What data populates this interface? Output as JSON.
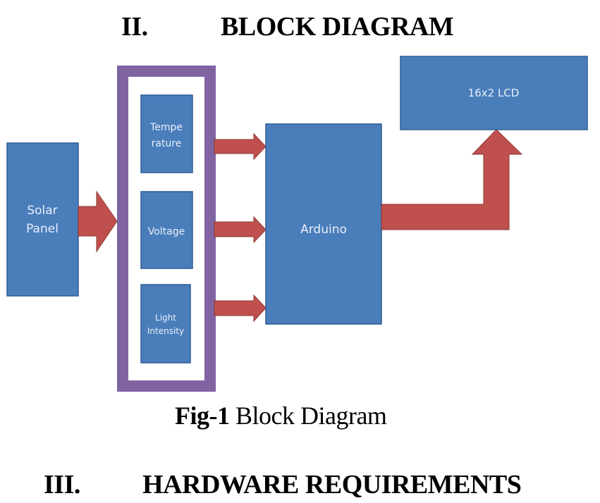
{
  "section_heading": {
    "number": "II.",
    "title": "BLOCK DIAGRAM"
  },
  "diagram": {
    "blocks": {
      "solar_panel": [
        "Solar",
        "Panel"
      ],
      "temperature": [
        "Tempe",
        "rature"
      ],
      "voltage": [
        "Voltage"
      ],
      "light_intensity": [
        "Light",
        "Intensity"
      ],
      "arduino": [
        "Arduino"
      ],
      "lcd": [
        "16x2 LCD"
      ]
    },
    "colors": {
      "block_fill": "#4a7ebb",
      "block_border": "#2e5d94",
      "arrow_fill": "#c0504d",
      "arrow_border": "#8c3836",
      "group_border": "#8064a2"
    },
    "connections": [
      {
        "from": "solar_panel",
        "to": "sensor_group"
      },
      {
        "from": "temperature",
        "to": "arduino"
      },
      {
        "from": "voltage",
        "to": "arduino"
      },
      {
        "from": "light_intensity",
        "to": "arduino"
      },
      {
        "from": "arduino",
        "to": "lcd"
      }
    ]
  },
  "figure_caption": {
    "label": "Fig-1",
    "text": "Block Diagram"
  },
  "next_heading": {
    "number": "III.",
    "title": "HARDWARE REQUIREMENTS"
  }
}
